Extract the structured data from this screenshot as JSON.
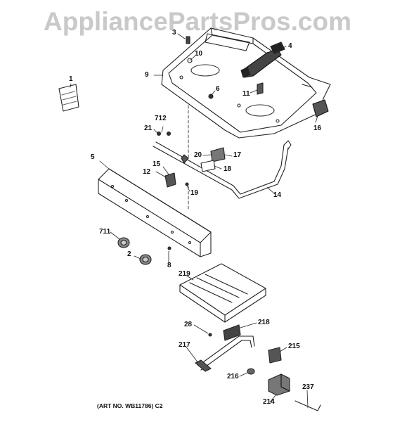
{
  "watermark": "AppliancePartsPros.com",
  "art_number": "(ART NO. WB11786) C2",
  "callouts": {
    "c1": "1",
    "c2": "2",
    "c3": "3",
    "c4": "4",
    "c5": "5",
    "c6": "6",
    "c8": "8",
    "c9": "9",
    "c10": "10",
    "c11": "11",
    "c12": "12",
    "c14": "14",
    "c15": "15",
    "c16": "16",
    "c17": "17",
    "c18": "18",
    "c19": "19",
    "c20": "20",
    "c21": "21",
    "c28": "28",
    "c214": "214",
    "c215": "215",
    "c216": "216",
    "c217": "217",
    "c218": "218",
    "c219": "219",
    "c237": "237",
    "c711": "711",
    "c712": "712"
  }
}
